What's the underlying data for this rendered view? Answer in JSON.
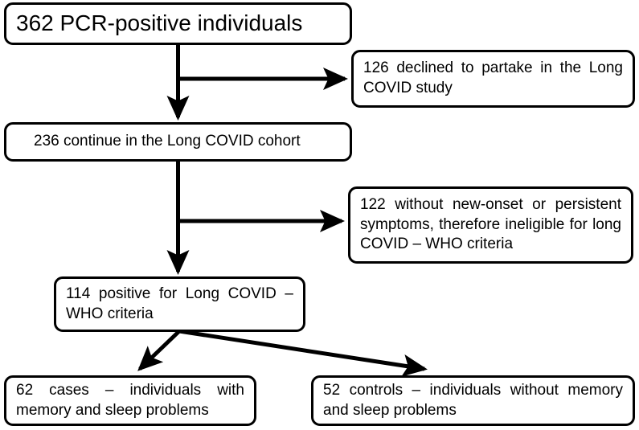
{
  "diagram": {
    "title": "Long COVID cohort participant flow diagram",
    "type": "flowchart",
    "stroke_color": "#000000",
    "background_color": "#ffffff",
    "nodes": {
      "pcr_positive": {
        "label": "362 PCR-positive individuals",
        "count": 362
      },
      "declined": {
        "label": "126 declined to partake in the Long COVID study",
        "count": 126
      },
      "continue_cohort": {
        "label": "236 continue in the Long COVID cohort",
        "count": 236
      },
      "ineligible": {
        "label": "122 without new-onset or persistent symptoms, therefore ineligible for long COVID – WHO criteria",
        "count": 122
      },
      "positive_who": {
        "label": "114 positive for Long COVID – WHO criteria",
        "count": 114
      },
      "cases": {
        "label": "62 cases – individuals with memory and sleep problems",
        "count": 62
      },
      "controls": {
        "label": "52 controls – individuals without memory and sleep problems",
        "count": 52
      }
    },
    "edges": [
      {
        "name": "pcr-positive-to-declined",
        "from": "pcr_positive",
        "to": "declined",
        "kind": "branch-right"
      },
      {
        "name": "pcr-positive-to-continue-cohort",
        "from": "pcr_positive",
        "to": "continue_cohort",
        "kind": "down"
      },
      {
        "name": "continue-cohort-to-ineligible",
        "from": "continue_cohort",
        "to": "ineligible",
        "kind": "branch-right"
      },
      {
        "name": "continue-cohort-to-positive-who",
        "from": "continue_cohort",
        "to": "positive_who",
        "kind": "down"
      },
      {
        "name": "positive-who-to-cases",
        "from": "positive_who",
        "to": "cases",
        "kind": "split-left"
      },
      {
        "name": "positive-who-to-controls",
        "from": "positive_who",
        "to": "controls",
        "kind": "split-right"
      }
    ]
  }
}
